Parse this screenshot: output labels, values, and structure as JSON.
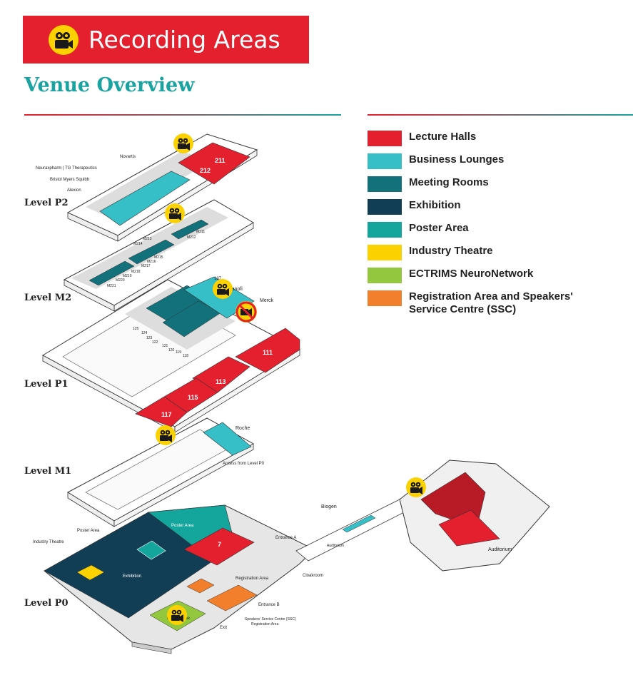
{
  "banner": {
    "title": "Recording Areas",
    "icon": "video-camera-icon",
    "color": "#e4202f"
  },
  "subtitle": "Venue Overview",
  "legend": [
    {
      "label": "Lecture Halls",
      "color": "#e4202f"
    },
    {
      "label": "Business Lounges",
      "color": "#36bfc6"
    },
    {
      "label": "Meeting Rooms",
      "color": "#12717a"
    },
    {
      "label": "Exhibition",
      "color": "#123e55"
    },
    {
      "label": "Poster Area",
      "color": "#14a59c"
    },
    {
      "label": "Industry Theatre",
      "color": "#fbd200"
    },
    {
      "label": "ECTRIMS NeuroNetwork",
      "color": "#93c83e"
    },
    {
      "label": "Registration Area and Speakers' Service Centre (SSC)",
      "color": "#f27f2b"
    }
  ],
  "levels": {
    "p2": "Level P2",
    "m2": "Level M2",
    "p1": "Level P1",
    "m1": "Level M1",
    "p0": "Level P0"
  },
  "rooms": {
    "r211": "211",
    "r212": "212",
    "r111": "111",
    "r113": "113",
    "r115": "115",
    "r117": "117",
    "r7": "7",
    "m211": "M211",
    "m212": "M212",
    "m213": "M213",
    "m214": "M214",
    "m215": "M215",
    "m216": "M216",
    "m217": "M217",
    "m218": "M218",
    "m219": "M219",
    "m220": "M220",
    "m221": "M221",
    "r125": "125",
    "r124": "124",
    "r123": "123",
    "r122": "122",
    "r121": "121",
    "r120": "120",
    "r119": "119",
    "r118": "118",
    "r137": "137"
  },
  "labels": {
    "novartis": "Novartis",
    "neuraxpharm": "Neuraxpharm | TG Therapeutics",
    "bms": "Bristol Myers Squibb",
    "alexion": "Alexion",
    "sanofi": "Sanofi",
    "merck": "Merck",
    "roche": "Roche",
    "access": "Access from Level P0",
    "poster_area": "Poster Area",
    "industry_theatre": "Industry Theatre",
    "exhibition": "Exhibition",
    "poster_area_room": "Poster Area",
    "entrance_a": "Entrance A",
    "entrance_b": "Entrance B",
    "registration_area": "Registration Area",
    "cloakroom": "Cloakroom",
    "ssc": "Speakers' Service Centre (SSC)",
    "ssc_sub": "Registration Area",
    "exit": "Exit",
    "neuronetwork": "NeuroNetwork",
    "biogen": "Biogen",
    "auditorium_walk": "Auditorium",
    "auditorium": "Auditorium"
  }
}
